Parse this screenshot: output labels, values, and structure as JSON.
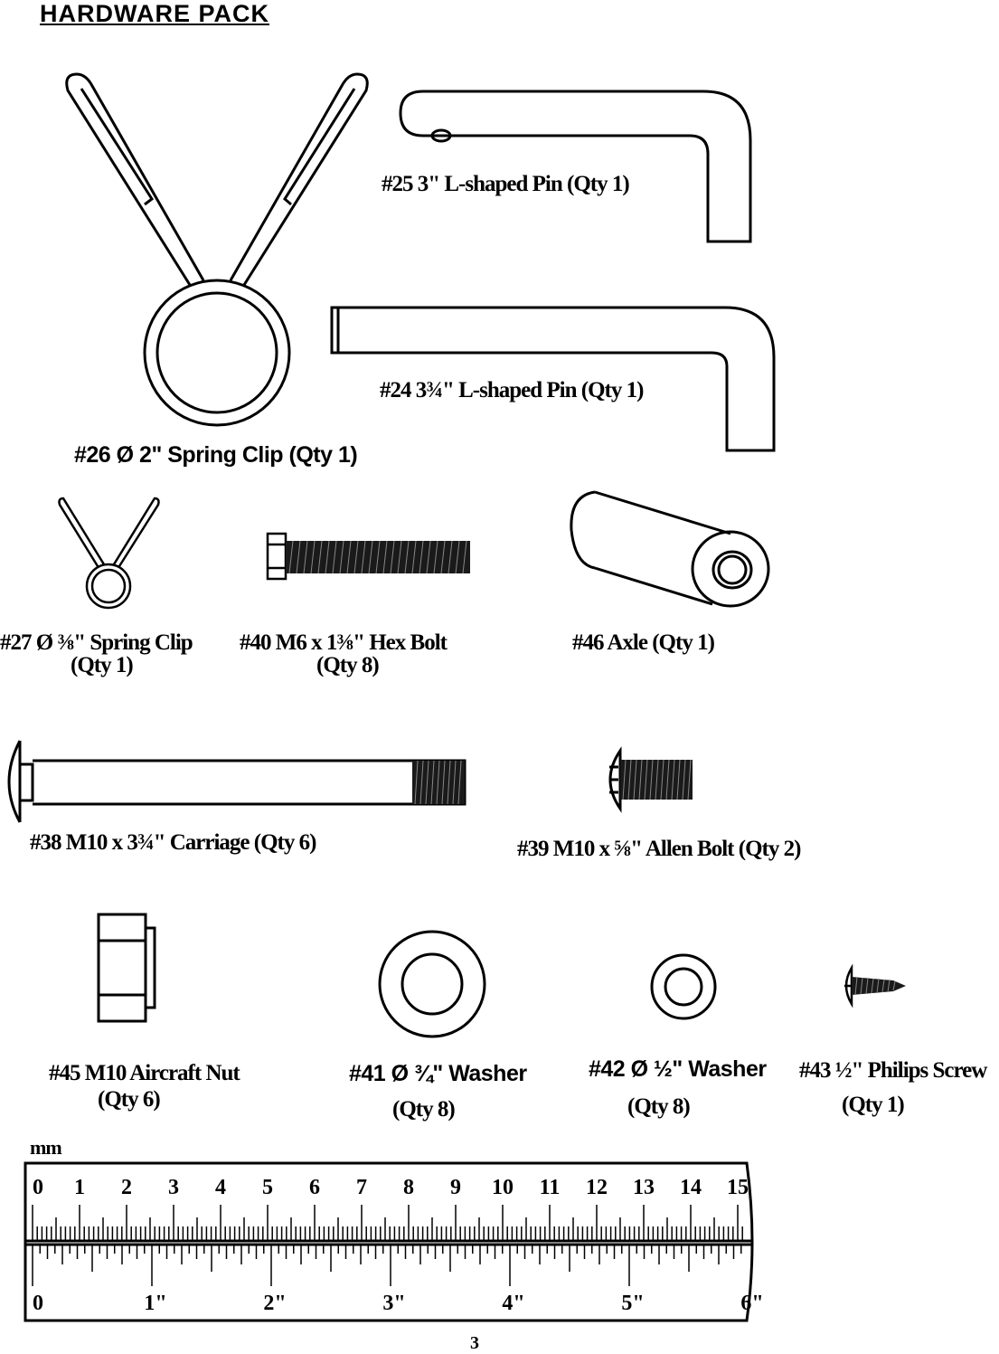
{
  "header": {
    "title": "HARDWARE  PACK"
  },
  "parts": [
    {
      "id": "p25",
      "label": "#25 3\" L-shaped Pin (Qty 1)"
    },
    {
      "id": "p24",
      "label": "#24 3¾\" L-shaped Pin (Qty 1)"
    },
    {
      "id": "p26",
      "label": "#26 Ø 2\" Spring Clip (Qty 1)"
    },
    {
      "id": "p27",
      "label": "#27 Ø ⅜\" Spring Clip",
      "qty": "(Qty 1)"
    },
    {
      "id": "p40",
      "label": "#40 M6 x 1⅜\" Hex Bolt",
      "qty": "(Qty 8)"
    },
    {
      "id": "p46",
      "label": "#46 Axle (Qty 1)"
    },
    {
      "id": "p38",
      "label": "#38 M10 x  3¾\" Carriage  (Qty 6)"
    },
    {
      "id": "p39",
      "label": "#39 M10 x  ⅝\" Allen Bolt (Qty 2)"
    },
    {
      "id": "p45",
      "label": "#45 M10 Aircraft Nut",
      "qty": "(Qty 6)"
    },
    {
      "id": "p41",
      "label": "#41 Ø ¾\" Washer",
      "qty": "(Qty 8)"
    },
    {
      "id": "p42",
      "label": "#42 Ø ½\" Washer",
      "qty": "(Qty 8)"
    },
    {
      "id": "p43",
      "label": "#43 ½\" Philips Screw",
      "qty": "(Qty 1)"
    }
  ],
  "ruler": {
    "unit_label": "mm",
    "cm_labels": [
      "0",
      "1",
      "2",
      "3",
      "4",
      "5",
      "6",
      "7",
      "8",
      "9",
      "10",
      "11",
      "12",
      "13",
      "14",
      "15"
    ],
    "inch_labels": [
      "0",
      "1\"",
      "2\"",
      "3\"",
      "4\"",
      "5\"",
      "6\""
    ]
  },
  "footer": {
    "page_number": "3"
  }
}
